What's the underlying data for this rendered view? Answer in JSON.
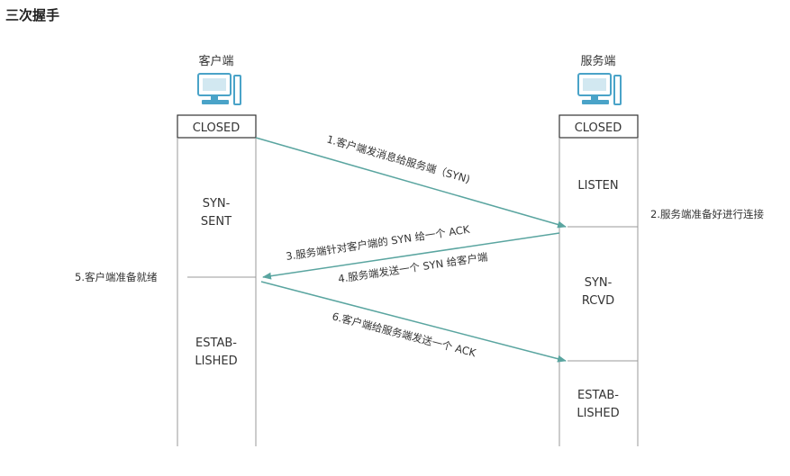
{
  "title": "三次握手",
  "client": {
    "label": "客户端",
    "states": {
      "closed": "CLOSED",
      "syn_sent_1": "SYN-",
      "syn_sent_2": "SENT",
      "established_1": "ESTAB-",
      "established_2": "LISHED"
    },
    "side_note": "5.客户端准备就绪"
  },
  "server": {
    "label": "服务端",
    "states": {
      "closed": "CLOSED",
      "listen": "LISTEN",
      "syn_rcvd_1": "SYN-",
      "syn_rcvd_2": "RCVD",
      "established_1": "ESTAB-",
      "established_2": "LISHED"
    },
    "side_note": "2.服务端准备好进行连接"
  },
  "messages": {
    "step1": "1.客户端发消息给服务端（SYN)",
    "step3": "3.服务端针对客户端的 SYN 给一个 ACK",
    "step4": "4.服务端发送一个 SYN 给客户端",
    "step6": "6.客户端给服务端发送一个 ACK"
  },
  "colors": {
    "arrow": "#5aa5a0",
    "line": "#999999",
    "monitor": "#4aa3c8"
  }
}
